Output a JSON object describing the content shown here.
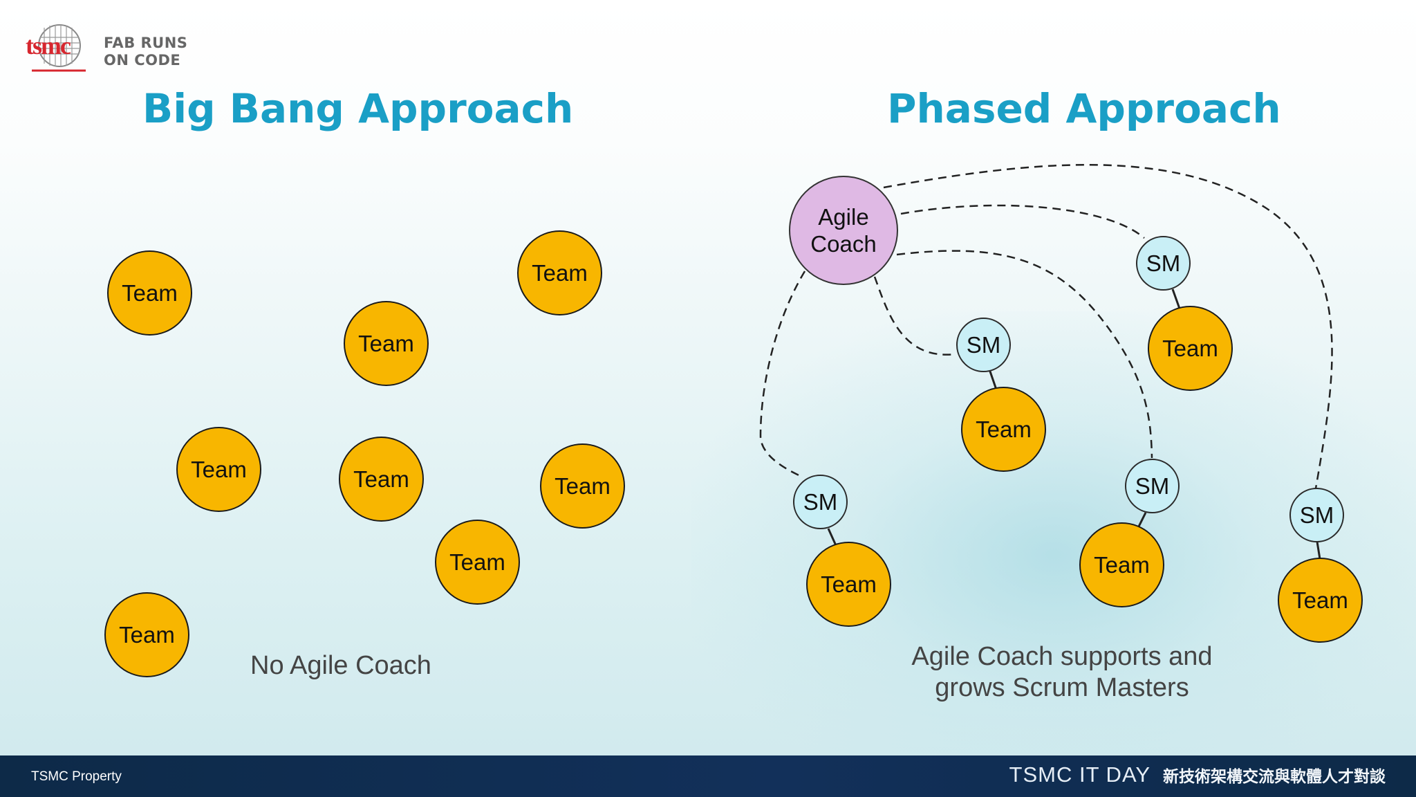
{
  "header": {
    "logo_text": "tsmc",
    "tagline_line1": "FAB RUNS",
    "tagline_line2": "ON CODE"
  },
  "left_section": {
    "title": "Big Bang Approach",
    "team_label": "Team",
    "teams": [
      "Team",
      "Team",
      "Team",
      "Team",
      "Team",
      "Team",
      "Team",
      "Team"
    ],
    "caption": "No Agile Coach"
  },
  "right_section": {
    "title": "Phased Approach",
    "coach_line1": "Agile",
    "coach_line2": "Coach",
    "sm_label": "SM",
    "team_label": "Team",
    "caption_line1": "Agile Coach supports and",
    "caption_line2": "grows Scrum Masters"
  },
  "footer": {
    "left": "TSMC Property",
    "brand": "TSMC IT DAY",
    "tagline": "新技術架構交流與軟體人才對談"
  },
  "colors": {
    "title": "#1a9fc6",
    "team_fill": "#f8b600",
    "sm_fill": "#c9eff6",
    "coach_fill": "#dfb9e4",
    "footer_bg": "#12305a",
    "logo_red": "#d7262e"
  }
}
